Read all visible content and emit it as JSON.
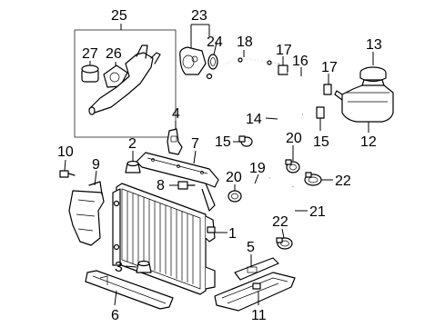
{
  "diagram": {
    "callouts": {
      "c1": "1",
      "c2": "2",
      "c3": "3",
      "c4": "4",
      "c5": "5",
      "c6": "6",
      "c7": "7",
      "c8": "8",
      "c9": "9",
      "c10": "10",
      "c11": "11",
      "c12": "12",
      "c13": "13",
      "c14": "14",
      "c15a": "15",
      "c15b": "15",
      "c16": "16",
      "c17a": "17",
      "c17b": "17",
      "c18": "18",
      "c19": "19",
      "c20a": "20",
      "c20b": "20",
      "c21": "21",
      "c22a": "22",
      "c22b": "22",
      "c23": "23",
      "c24": "24",
      "c25": "25",
      "c26": "26",
      "c27": "27"
    }
  }
}
